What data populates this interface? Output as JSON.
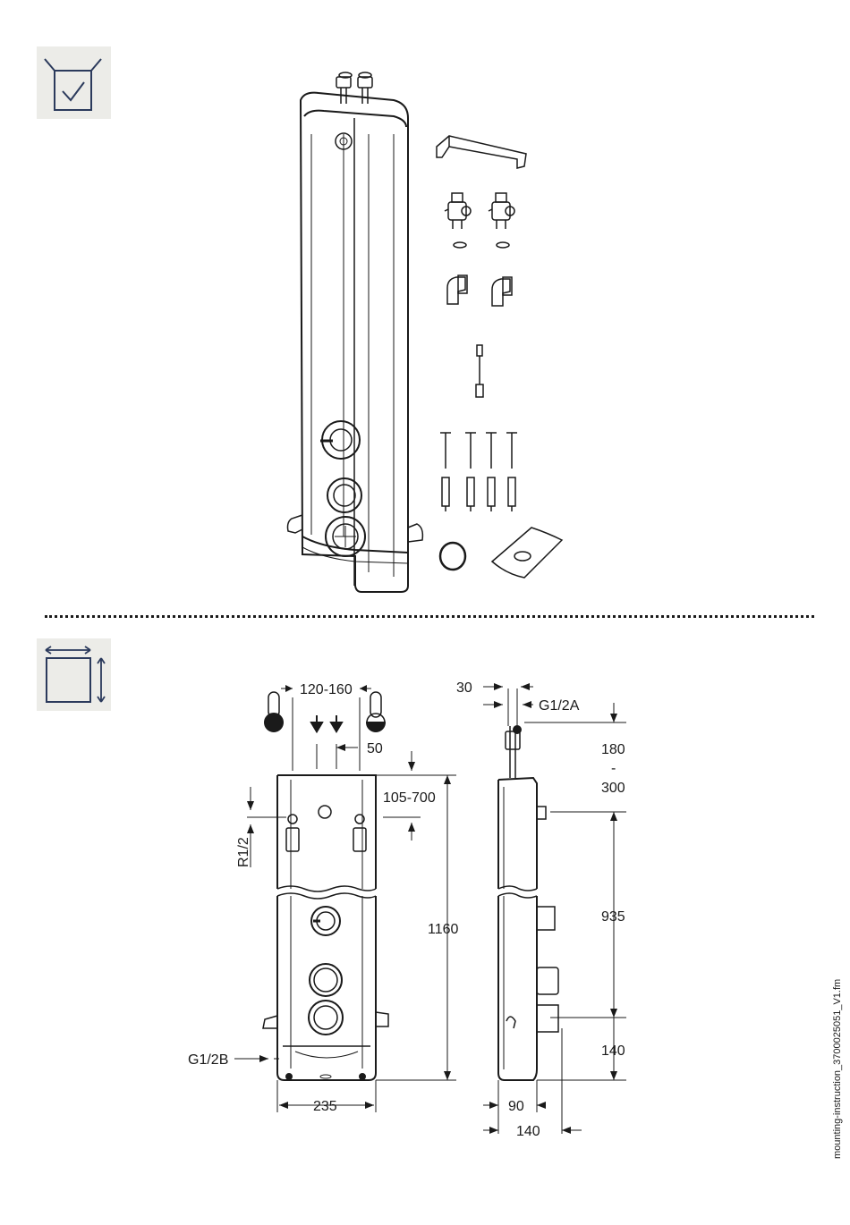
{
  "icons": {
    "scope": "box-check-icon",
    "dimensions": "dimensions-icon"
  },
  "dimensions": {
    "inlet_spacing": "120-160",
    "inlet_offset": "50",
    "vertical_range": "105-700",
    "height": "1160",
    "width": "235",
    "thread_inlet": "R1/2",
    "thread_outlet": "G1/2B",
    "thread_connection": "G1/2A",
    "connection_offset": "30",
    "top_range_min": "180",
    "top_range_sep": "-",
    "top_range_max": "300",
    "outlet_to_bottom": "935",
    "bottom_height": "140",
    "depth_inner": "90",
    "depth_total": "140"
  },
  "footer": {
    "filename": "mounting-instruction_3700025051_V1.fm"
  }
}
